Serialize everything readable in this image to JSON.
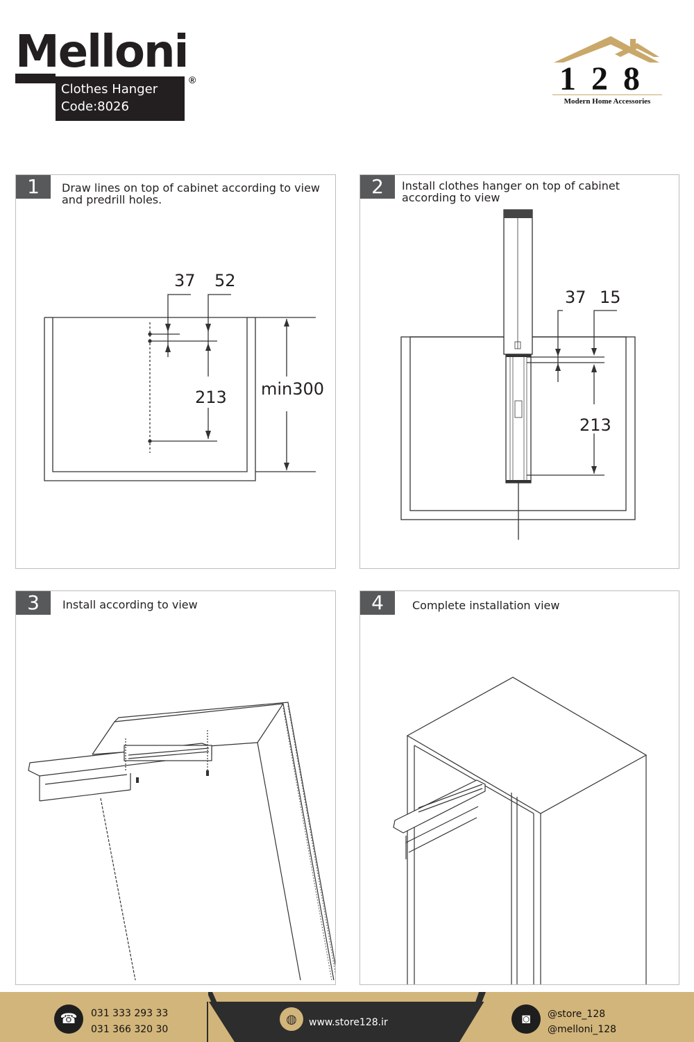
{
  "brand": {
    "name": "Melloni",
    "product": "Clothes Hanger",
    "code": "Code:8026",
    "registered": "®"
  },
  "logo128": {
    "digits": "128",
    "tagline": "Modern Home Accessories",
    "roof_color": "#c9a86a"
  },
  "steps": [
    {
      "number": "1",
      "title_line1": "Draw lines on top of cabinet according to view",
      "title_line2": "and predrill holes.",
      "dims": {
        "a": "37",
        "b": "52",
        "c": "213",
        "d": "min300"
      }
    },
    {
      "number": "2",
      "title_line1": "Install clothes hanger on top of cabinet",
      "title_line2": "according to view",
      "dims": {
        "a": "37",
        "b": "15",
        "c": "213"
      }
    },
    {
      "number": "3",
      "title_line1": "Install according to view"
    },
    {
      "number": "4",
      "title_line1": "Complete installation view"
    }
  ],
  "footer": {
    "phone1": "031 333 293 33",
    "phone2": "031 366 320 30",
    "website": "www.store128.ir",
    "social1": "@store_128",
    "social2": "@melloni_128",
    "gold": "#d2b57a",
    "dark": "#2d2d2d",
    "phone_icon": "phone-icon",
    "web_icon": "globe-icon",
    "social_icon": "instagram-icon"
  }
}
